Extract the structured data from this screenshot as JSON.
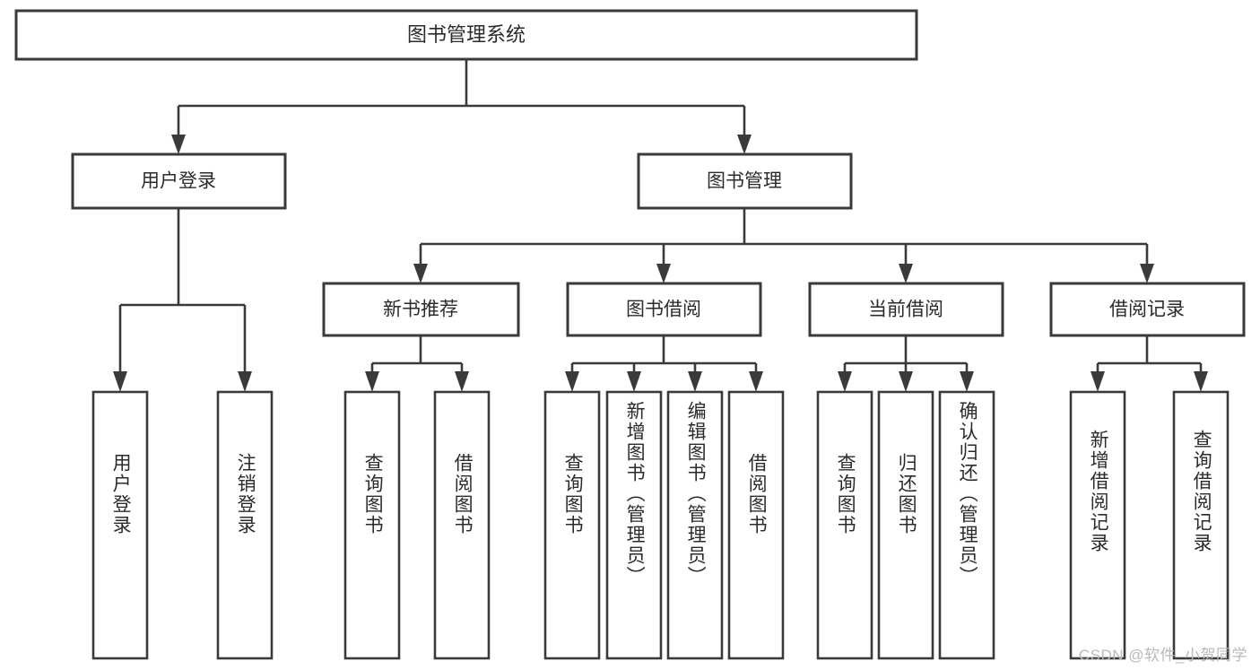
{
  "diagram": {
    "title": "图书管理系统",
    "type": "tree",
    "orientation": "top-down",
    "levels": 4,
    "root": {
      "id": "root",
      "label": "图书管理系统",
      "text_direction": "horizontal"
    },
    "level2": [
      {
        "id": "user-login",
        "label": "用户登录",
        "text_direction": "horizontal"
      },
      {
        "id": "book-manage",
        "label": "图书管理",
        "text_direction": "horizontal"
      }
    ],
    "level3": [
      {
        "id": "new-book-recommend",
        "label": "新书推荐",
        "parent": "book-manage",
        "text_direction": "horizontal"
      },
      {
        "id": "book-borrow",
        "label": "图书借阅",
        "parent": "book-manage",
        "text_direction": "horizontal"
      },
      {
        "id": "current-borrow",
        "label": "当前借阅",
        "parent": "book-manage",
        "text_direction": "horizontal"
      },
      {
        "id": "borrow-record",
        "label": "借阅记录",
        "parent": "book-manage",
        "text_direction": "horizontal"
      }
    ],
    "leaves": [
      {
        "id": "leaf-user-login",
        "label": "用户登录",
        "parent": "user-login",
        "text_direction": "vertical"
      },
      {
        "id": "leaf-logout-login",
        "label": "注销登录",
        "parent": "user-login",
        "text_direction": "vertical"
      },
      {
        "id": "leaf-query-book-1",
        "label": "查询图书",
        "parent": "new-book-recommend",
        "text_direction": "vertical"
      },
      {
        "id": "leaf-borrow-book-1",
        "label": "借阅图书",
        "parent": "new-book-recommend",
        "text_direction": "vertical"
      },
      {
        "id": "leaf-query-book-2",
        "label": "查询图书",
        "parent": "book-borrow",
        "text_direction": "vertical"
      },
      {
        "id": "leaf-add-book",
        "label": "新增图书（管理员）",
        "parent": "book-borrow",
        "text_direction": "vertical"
      },
      {
        "id": "leaf-edit-book",
        "label": "编辑图书（管理员）",
        "parent": "book-borrow",
        "text_direction": "vertical"
      },
      {
        "id": "leaf-borrow-book-2",
        "label": "借阅图书",
        "parent": "book-borrow",
        "text_direction": "vertical"
      },
      {
        "id": "leaf-query-book-3",
        "label": "查询图书",
        "parent": "current-borrow",
        "text_direction": "vertical"
      },
      {
        "id": "leaf-return-book",
        "label": "归还图书",
        "parent": "current-borrow",
        "text_direction": "vertical"
      },
      {
        "id": "leaf-confirm-return",
        "label": "确认归还（管理员）",
        "parent": "current-borrow",
        "text_direction": "vertical"
      },
      {
        "id": "leaf-add-record",
        "label": "新增借阅记录",
        "parent": "borrow-record",
        "text_direction": "vertical"
      },
      {
        "id": "leaf-query-record",
        "label": "查询借阅记录",
        "parent": "borrow-record",
        "text_direction": "vertical"
      }
    ],
    "colors": {
      "box_stroke": "#3a3a3a",
      "box_fill": "#ffffff",
      "text": "#2b2b2b",
      "connector": "#3a3a3a",
      "background": "#ffffff",
      "watermark": "#b9b9b9"
    }
  },
  "watermark": {
    "text": "CSDN @软件_小贺同学"
  }
}
